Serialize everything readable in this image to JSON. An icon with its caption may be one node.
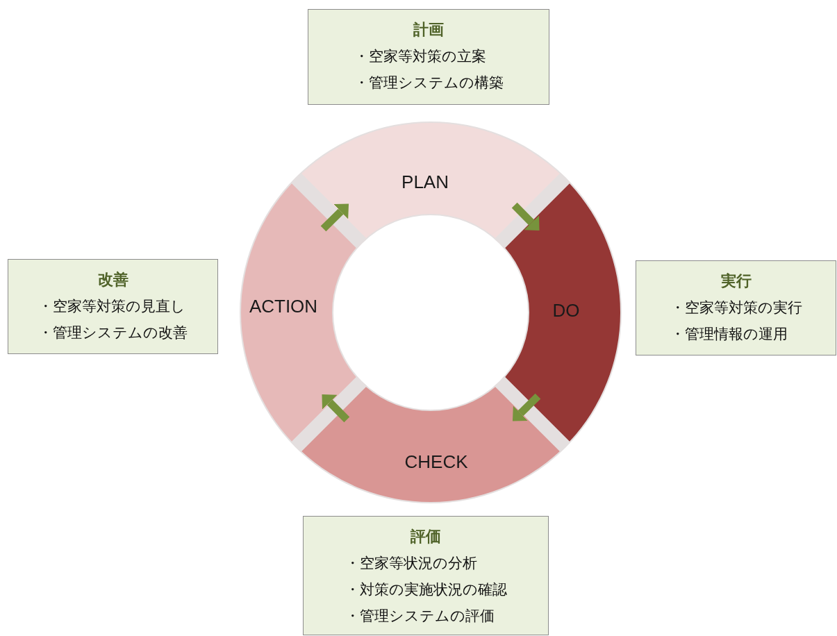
{
  "diagram": {
    "nodes": [
      {
        "text": [
          "計画",
          "・空家等対策の立案",
          "・管理システムの構築"
        ]
      },
      {
        "text": [
          "PLAN"
        ]
      },
      {
        "text": [
          "改善",
          "・空家等対策の見直し",
          "・管理システムの改善"
        ]
      },
      {
        "text": [
          "ACTION"
        ]
      },
      {
        "text": [
          "DO"
        ]
      },
      {
        "text": [
          "実行",
          "・空家等対策の実行",
          "・管理情報の運用"
        ]
      },
      {
        "text": [
          "CHECK"
        ]
      },
      {
        "text": [
          "評価",
          "・空家等状況の分析",
          "・対策の実施状況の確認",
          "・管理システムの評価"
        ]
      }
    ],
    "edges": [
      {
        "from": 1,
        "to": 4,
        "arrow": "to"
      },
      {
        "from": 4,
        "to": 6,
        "arrow": "to"
      },
      {
        "from": 6,
        "to": 3,
        "arrow": "to"
      },
      {
        "from": 3,
        "to": 1,
        "arrow": "to"
      }
    ]
  }
}
